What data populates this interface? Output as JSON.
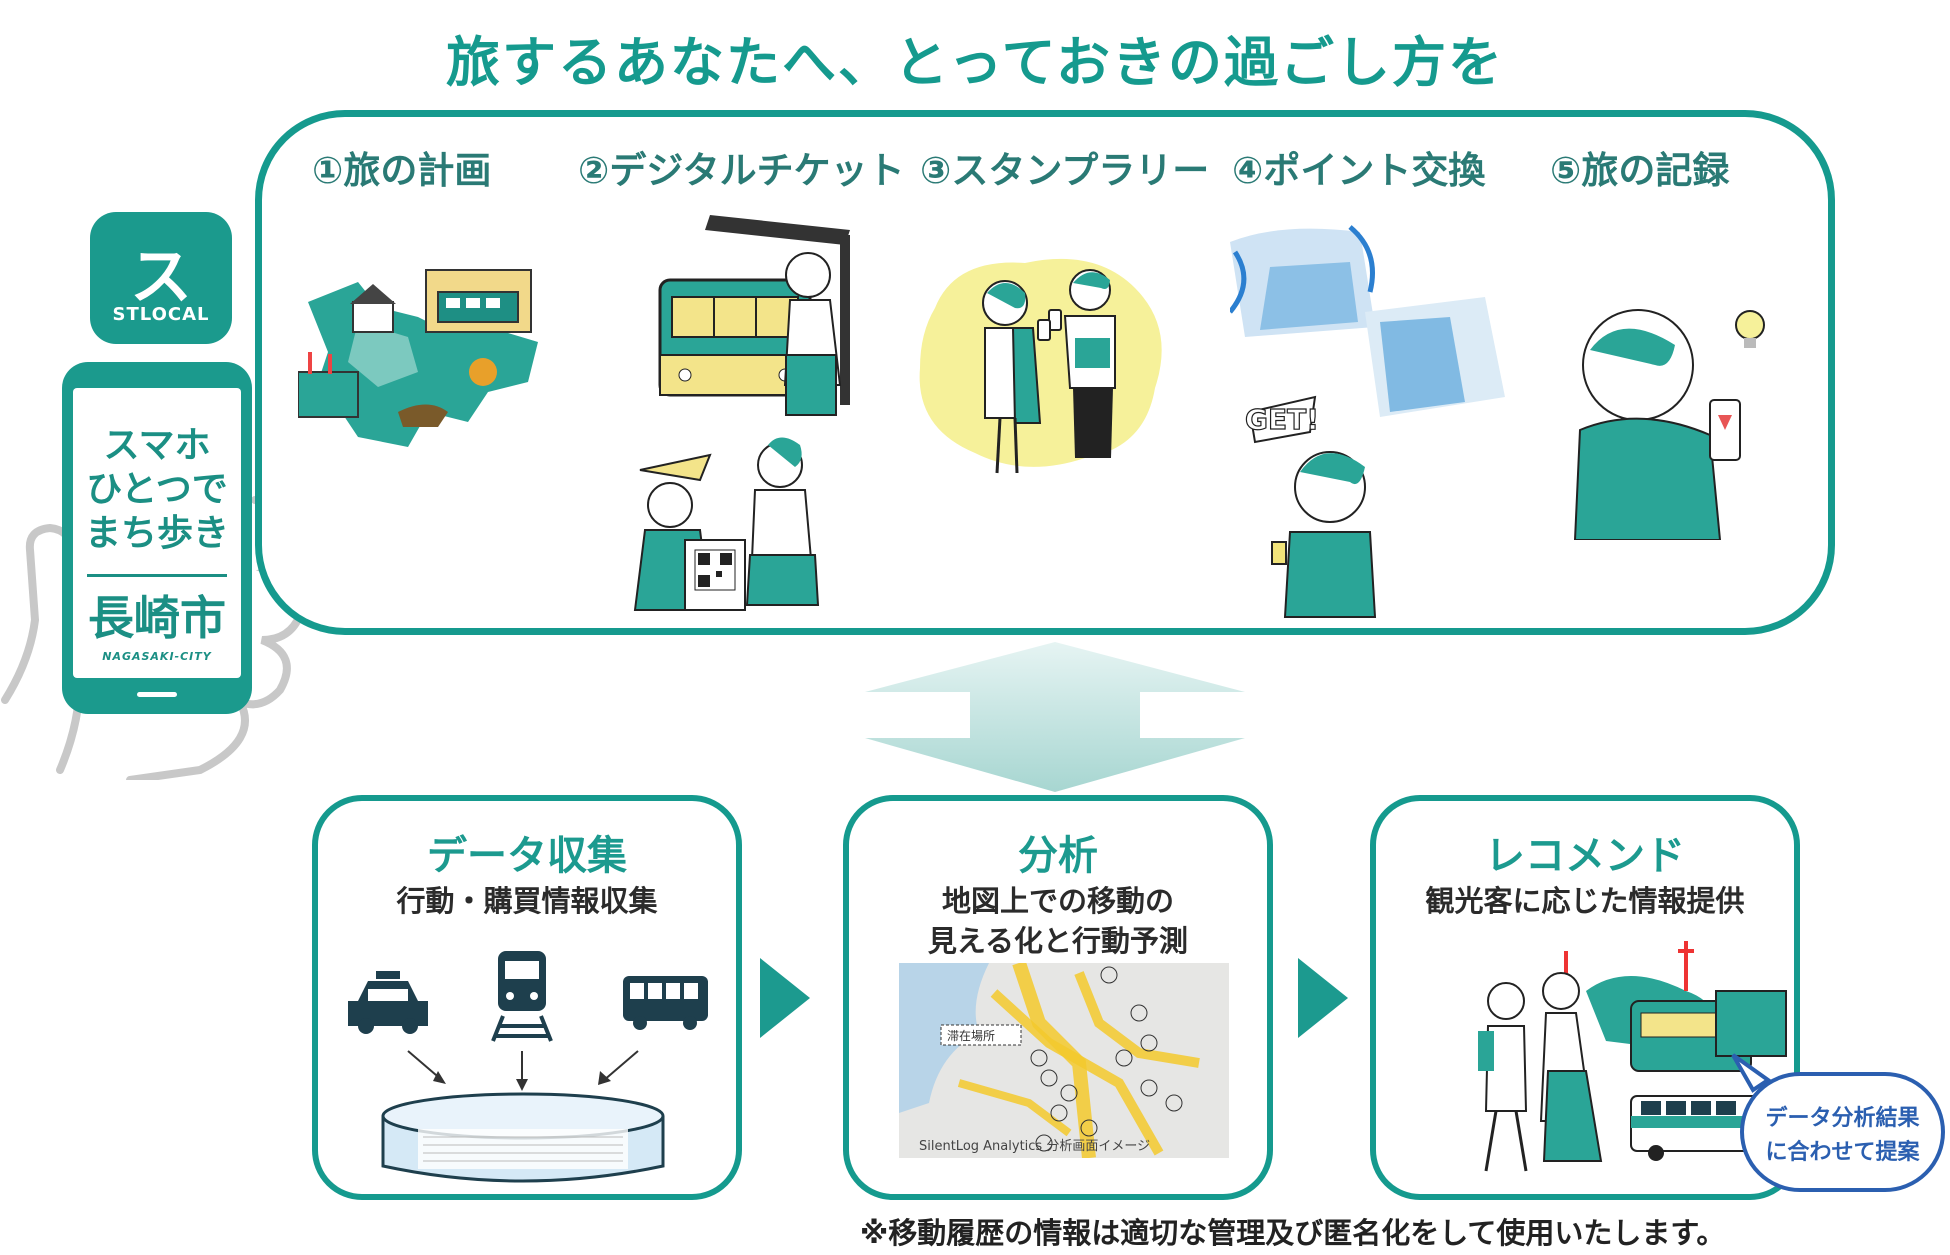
{
  "title": "旅するあなたへ、とっておきの過ごし方を",
  "steps": [
    {
      "label": "①旅の計画"
    },
    {
      "label": "②デジタルチケット"
    },
    {
      "label": "③スタンプラリー"
    },
    {
      "label": "④ポイント交換"
    },
    {
      "label": "⑤旅の記録"
    }
  ],
  "get_text": "GET!",
  "app": {
    "name": "STLOCAL",
    "glyph": "ス"
  },
  "phone": {
    "line1": "スマホ",
    "line2": "ひとつで",
    "line3": "まち歩き",
    "city": "長崎市",
    "city_en": "NAGASAKI-CITY"
  },
  "flow": [
    {
      "title": "データ収集",
      "subtitle": "行動・購買情報収集"
    },
    {
      "title": "分析",
      "subtitle_1": "地図上での移動の",
      "subtitle_2": "見える化と行動予測",
      "map_place_label": "滞在場所",
      "map_caption": "SilentLog Analytics 分析画面イメージ"
    },
    {
      "title": "レコメンド",
      "subtitle": "観光客に応じた情報提供"
    }
  ],
  "bubble": {
    "line1": "データ分析結果",
    "line2": "に合わせて提案"
  },
  "footnote": "※移動履歴の情報は適切な管理及び匿名化をして使用いたします。",
  "colors": {
    "accent": "#159a8e",
    "accent_dark": "#2a7a75",
    "blue": "#2b5fb0",
    "yellow": "#f7e64a"
  }
}
